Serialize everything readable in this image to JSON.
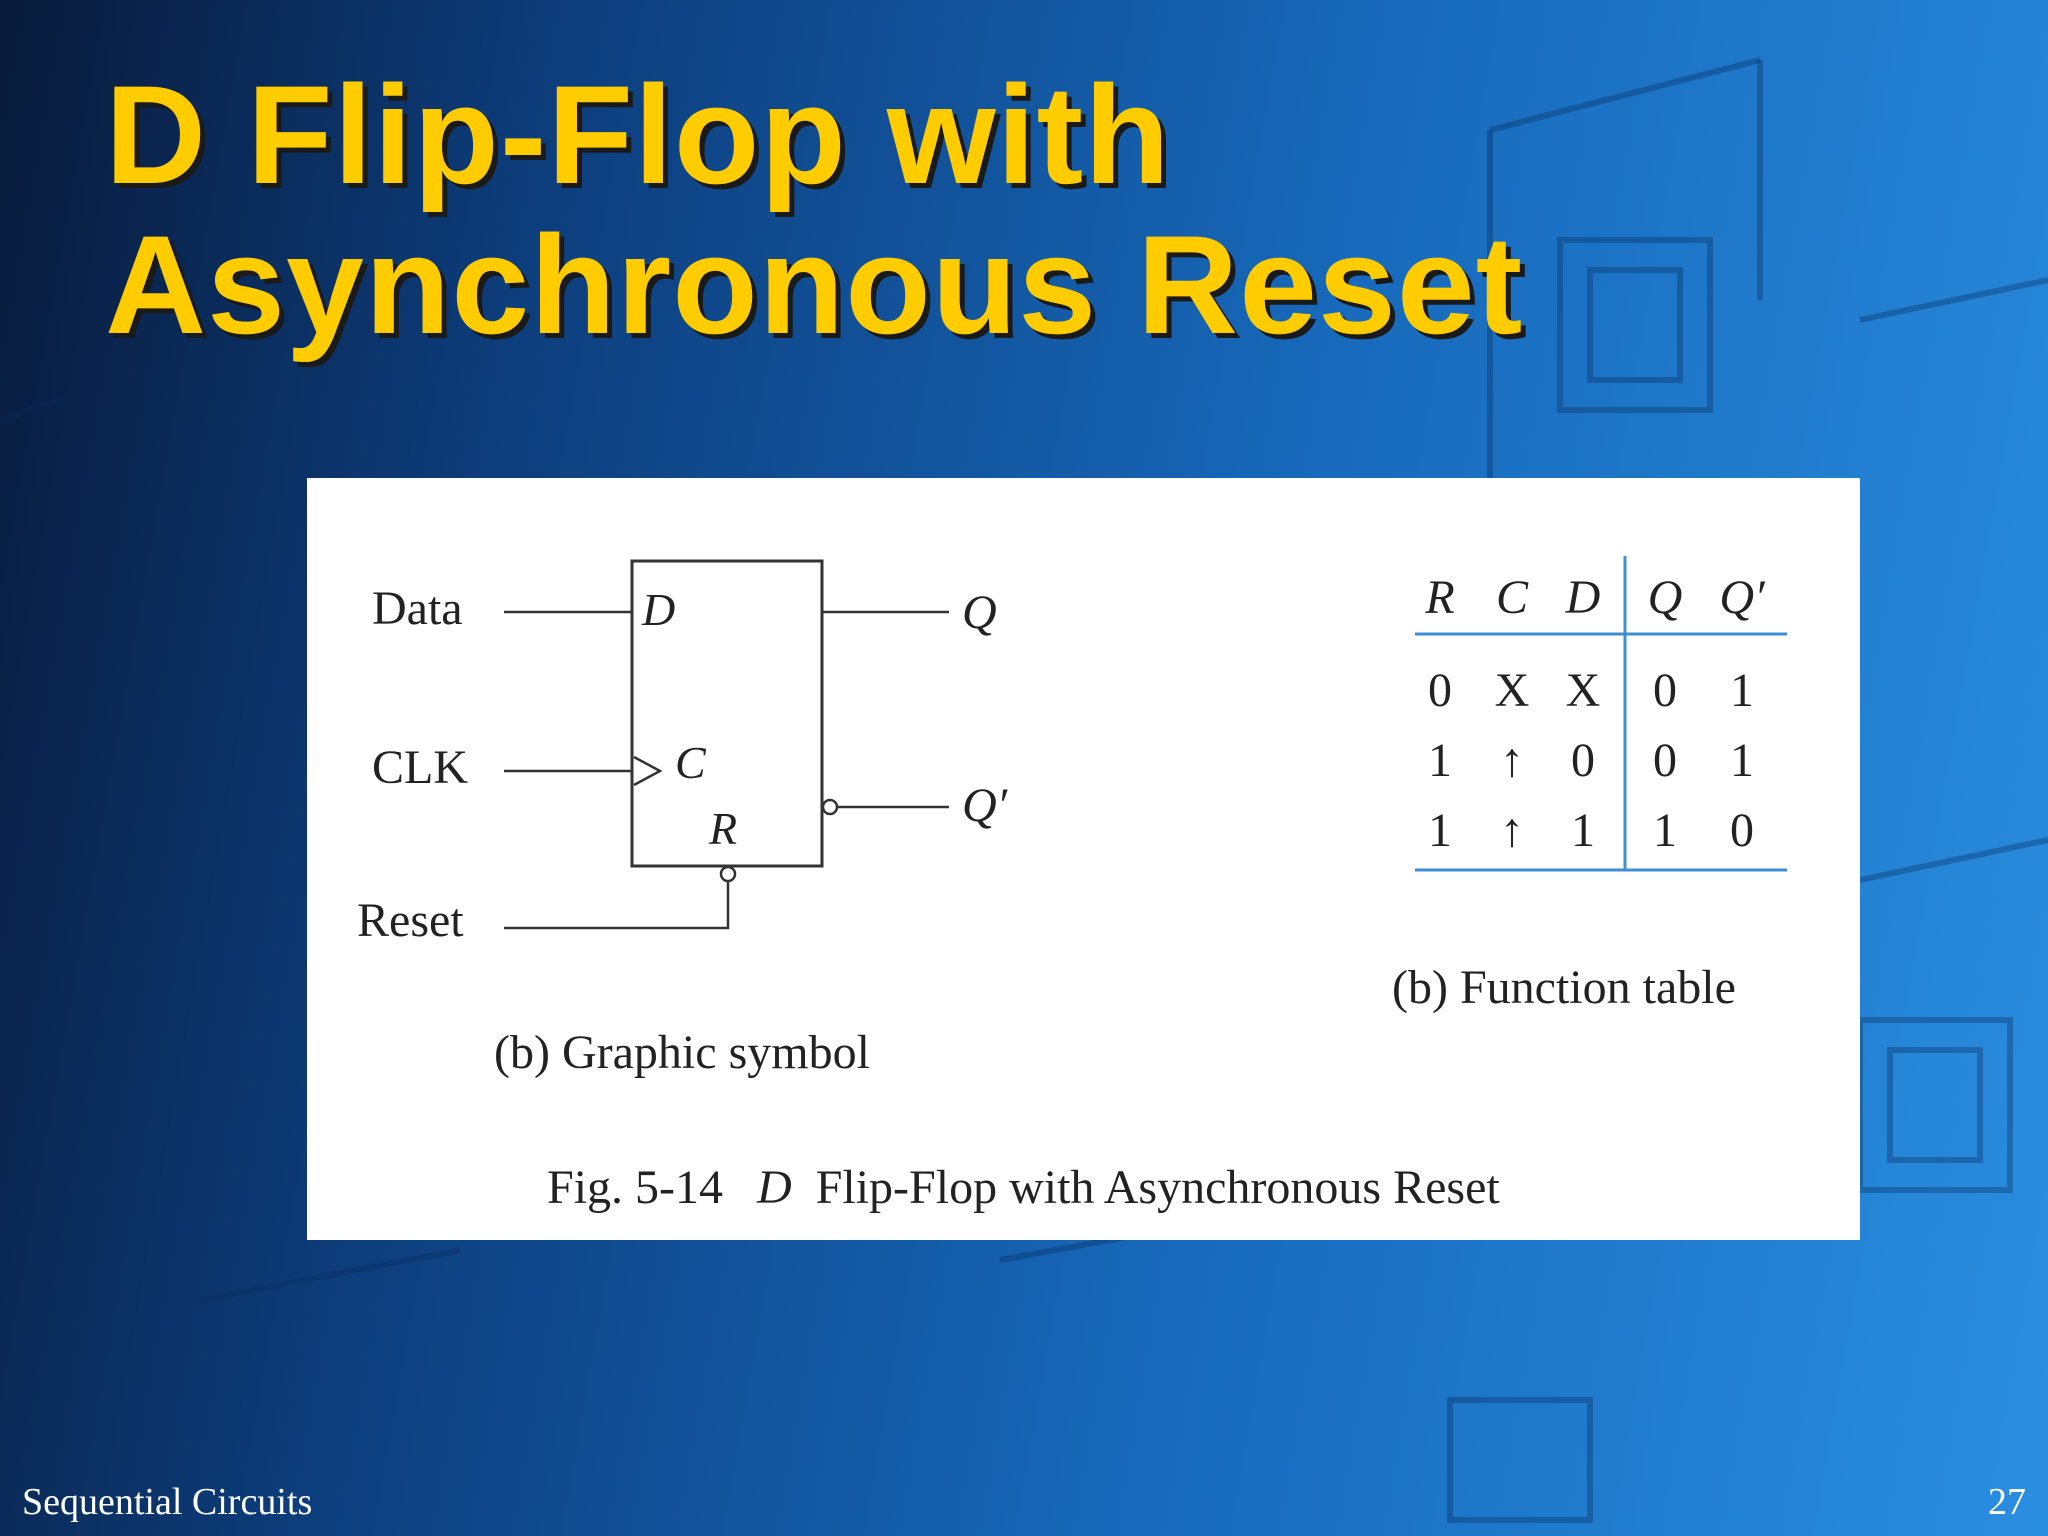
{
  "slide": {
    "title_line1": "D Flip-Flop with",
    "title_line2": "Asynchronous Reset",
    "footer_left": "Sequential Circuits",
    "page_number": "27"
  },
  "symbol": {
    "input_data": "Data",
    "input_clk": "CLK",
    "input_reset": "Reset",
    "pin_d": "D",
    "pin_c": "C",
    "pin_r": "R",
    "output_q": "Q",
    "output_qn": "Q′",
    "caption": "(b) Graphic symbol"
  },
  "function_table": {
    "headers": [
      "R",
      "C",
      "D",
      "Q",
      "Q′"
    ],
    "rows": [
      [
        "0",
        "X",
        "X",
        "0",
        "1"
      ],
      [
        "1",
        "↑",
        "0",
        "0",
        "1"
      ],
      [
        "1",
        "↑",
        "1",
        "1",
        "0"
      ]
    ],
    "caption": "(b) Function table"
  },
  "figure_caption": {
    "number": "Fig. 5-14",
    "title_italic": "D",
    "title_rest": "Flip-Flop with Asynchronous Reset"
  },
  "colors": {
    "title": "#ffcc00",
    "table_rule": "#3d8fd1"
  }
}
